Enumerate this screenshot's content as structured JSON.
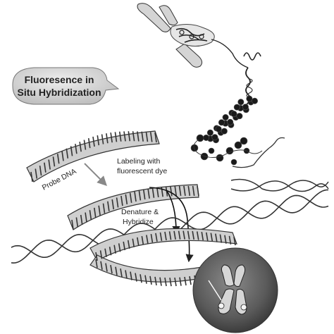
{
  "title": {
    "line1": "Fluoresence in",
    "line2": "Situ Hybridization"
  },
  "labels": {
    "probe": "Probe DNA",
    "labeling_line1": "Labeling with",
    "labeling_line2": "fluorescent dye",
    "denature_line1": "Denature &",
    "denature_line2": "Hybridize"
  },
  "colors": {
    "strand": "#bdbdbd",
    "strand_edge": "#555555",
    "rung": "#333333",
    "nucleus": "#5a5a5a",
    "bubble": "#cfcfcf",
    "chromosome": "#cfcfcf"
  }
}
